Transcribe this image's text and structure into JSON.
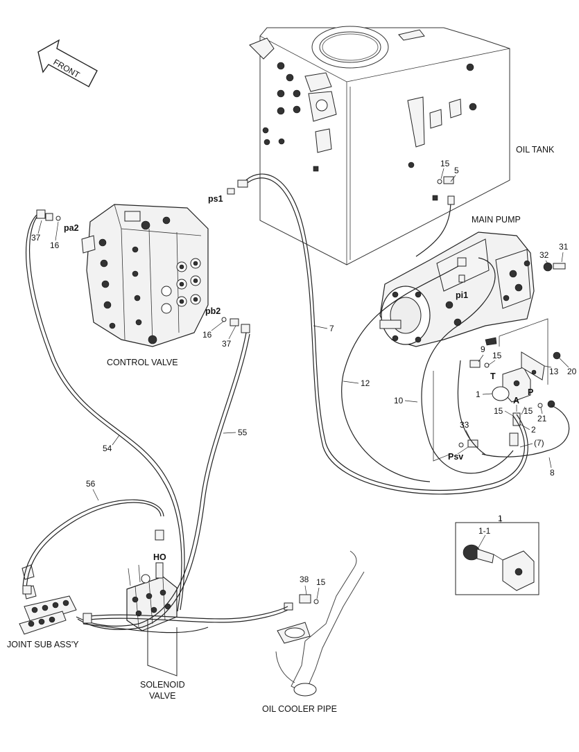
{
  "diagram": {
    "front_label": "FRONT",
    "components": {
      "oil_tank": "OIL TANK",
      "main_pump": "MAIN PUMP",
      "control_valve": "CONTROL VALVE",
      "joint_sub_assy": "JOINT SUB ASS'Y",
      "solenoid_valve_line1": "SOLENOID",
      "solenoid_valve_line2": "VALVE",
      "oil_cooler_pipe": "OIL COOLER PIPE"
    },
    "ports": {
      "ps1": "ps1",
      "pa2": "pa2",
      "pb2": "pb2",
      "pi1": "pi1",
      "psv": "Psv",
      "ho": "HO",
      "t": "T",
      "p": "P",
      "a": "A"
    },
    "callouts": {
      "c15_tank": "15",
      "c5": "5",
      "c37_left": "37",
      "c16_left": "16",
      "c16_mid": "16",
      "c37_mid": "37",
      "c7": "7",
      "c12": "12",
      "c10": "10",
      "c9": "9",
      "c15_a": "15",
      "c1": "1",
      "c15_b": "15",
      "c15_c": "15",
      "c2": "2",
      "c21": "21",
      "c13": "13",
      "c20": "20",
      "c32": "32",
      "c31": "31",
      "c33": "33",
      "c7_paren": "(7)",
      "c8": "8",
      "c54": "54",
      "c55": "55",
      "c56": "56",
      "c38": "38",
      "c15_cooler": "15"
    },
    "detail_inset": {
      "title": "1",
      "sub_label": "1-1"
    }
  }
}
